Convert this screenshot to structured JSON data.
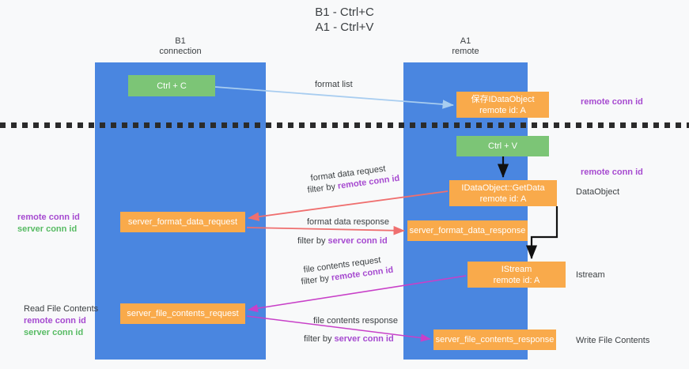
{
  "title": {
    "line1": "B1 - Ctrl+C",
    "line2": "A1 - Ctrl+V"
  },
  "lanes": [
    {
      "id": "left",
      "name": "B1",
      "subtitle": "connection",
      "color": "#4a86e0"
    },
    {
      "id": "right",
      "name": "A1",
      "subtitle": "remote",
      "color": "#4a86e0"
    }
  ],
  "colors": {
    "lane": "#4a86e0",
    "green_node": "#7cc576",
    "orange_node": "#f9aa4b",
    "background": "#f8f9fa",
    "divider": "#2b2b2b",
    "arrow_blue": "#a8cdf0",
    "arrow_red": "#ef6f6f",
    "arrow_magenta": "#c840c8",
    "arrow_black": "#000000",
    "purple_text": "#a64ad0",
    "green_text": "#57bb63",
    "text": "#3c4043"
  },
  "nodes": {
    "ctrl_c": {
      "line1": "Ctrl + C",
      "line2": "",
      "style": "green"
    },
    "save_idataobject": {
      "line1": "保存IDataObject",
      "line2": "remote id: A",
      "style": "orange"
    },
    "ctrl_v": {
      "line1": "Ctrl + V",
      "line2": "",
      "style": "green"
    },
    "get_data": {
      "line1": "IDataObject::GetData",
      "line2": "remote id: A",
      "style": "orange"
    },
    "format_req": {
      "line1": "server_format_data_request",
      "line2": "",
      "style": "orange"
    },
    "format_resp": {
      "line1": "server_format_data_response",
      "line2": "",
      "style": "orange"
    },
    "istream": {
      "line1": "IStream",
      "line2": "remote id: A",
      "style": "orange"
    },
    "file_req": {
      "line1": "server_file_contents_request",
      "line2": "",
      "style": "orange"
    },
    "file_resp": {
      "line1": "server_file_contents_response",
      "line2": "",
      "style": "orange"
    }
  },
  "edge_labels": {
    "format_list": "format list",
    "format_data_request": "format data request",
    "filter_by": "filter by ",
    "remote_conn_id": "remote conn id",
    "format_data_response": "format data response",
    "server_conn_id": "server conn id",
    "file_contents_request": "file contents request",
    "file_contents_response": "file contents response"
  },
  "annotations": {
    "right_remote_conn_top": "remote conn id",
    "right_remote_conn_mid": "remote conn id",
    "dataobject": "DataObject",
    "istream": "Istream",
    "write_file_contents": "Write File Contents",
    "read_file_contents": "Read File Contents",
    "remote_conn_id": "remote conn id",
    "server_conn_id": "server conn id"
  }
}
